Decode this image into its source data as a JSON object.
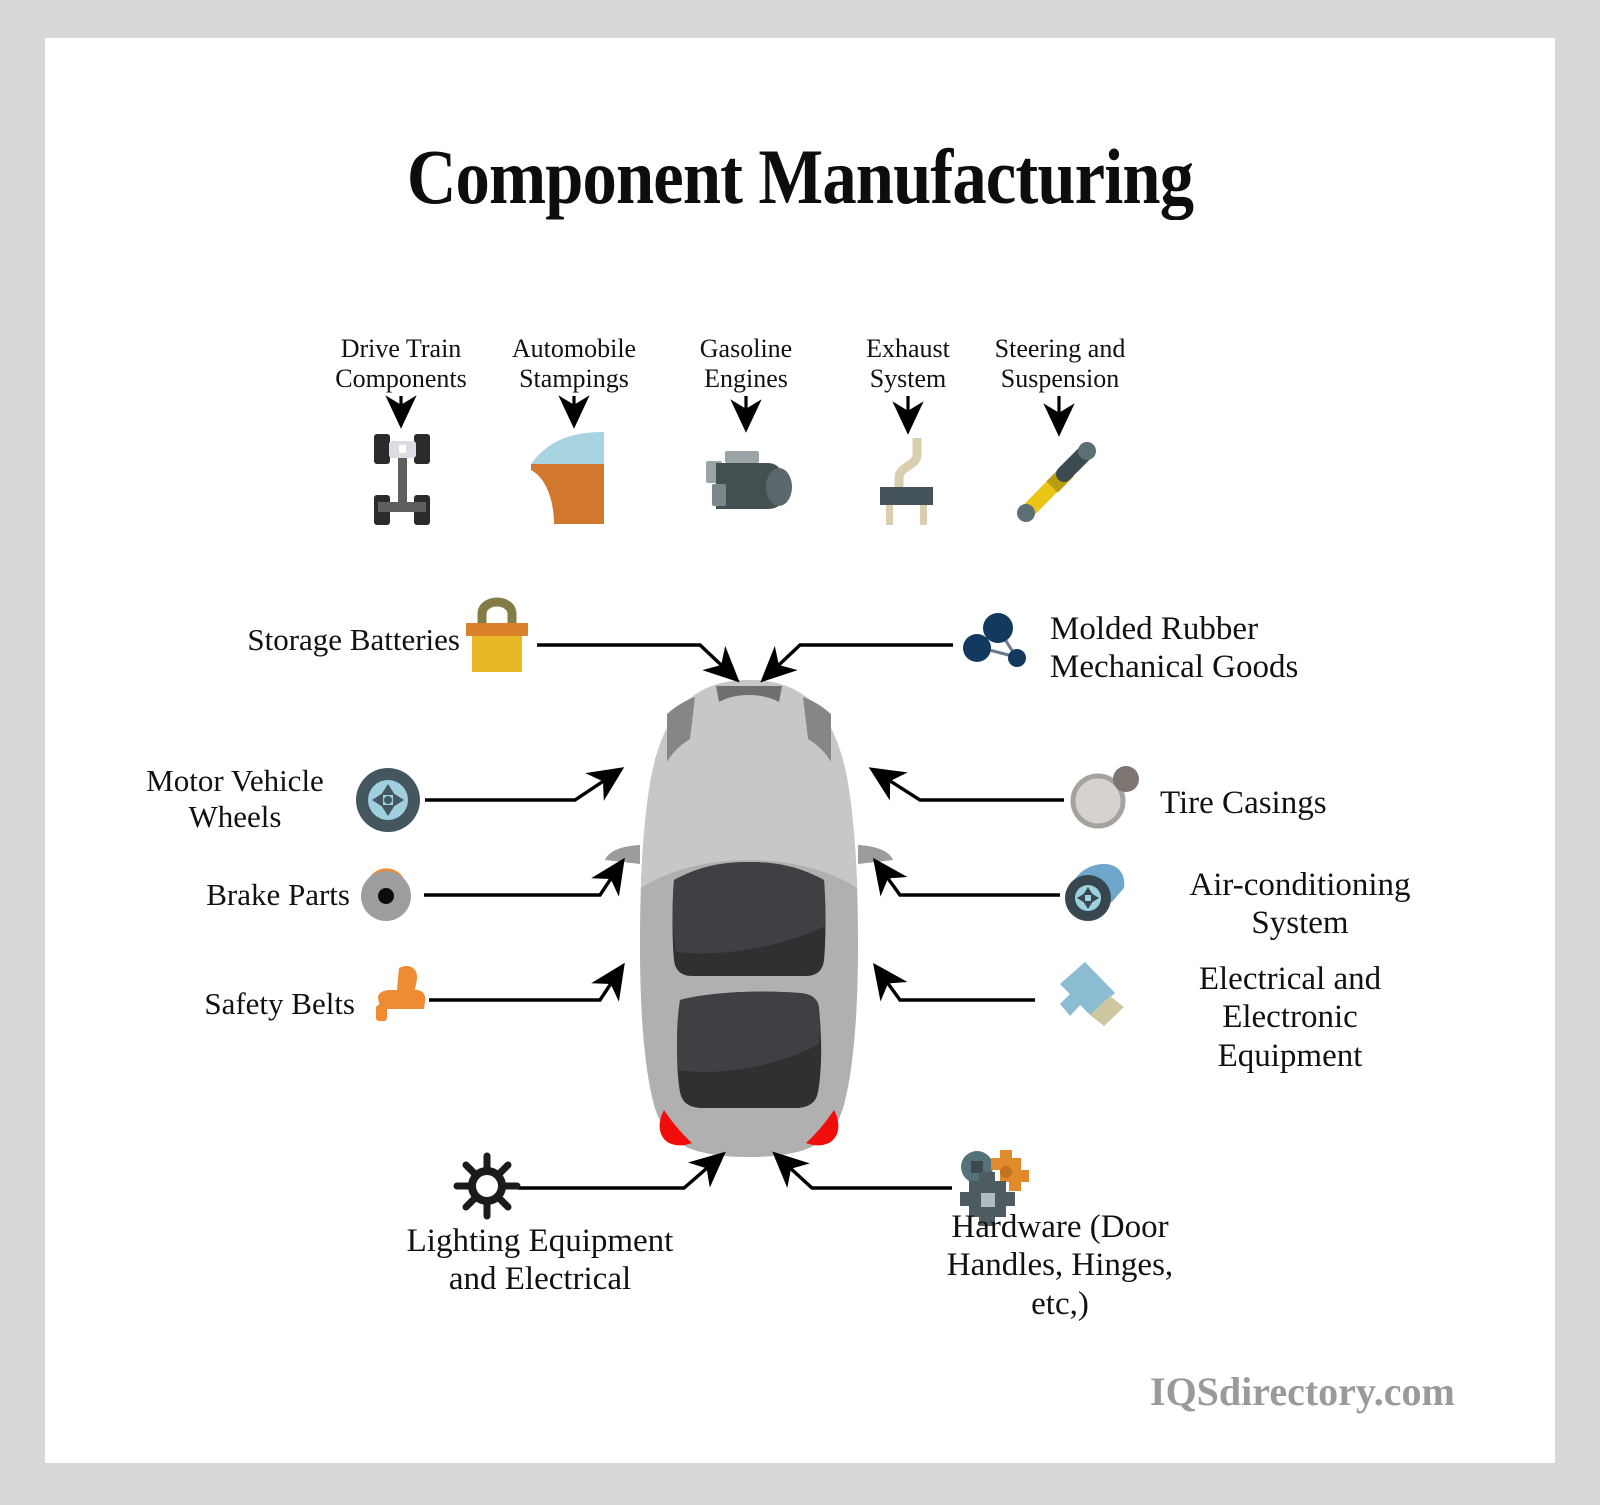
{
  "page": {
    "title": "Component Manufacturing",
    "watermark": "IQSdirectory.com",
    "background": "#d8d8d8",
    "canvas_background": "#ffffff",
    "text_color": "#111111",
    "watermark_color": "#9a9a9a"
  },
  "top_row": [
    {
      "label": "Drive Train\nComponents",
      "icon": "chassis-axle-icon"
    },
    {
      "label": "Automobile\nStampings",
      "icon": "car-door-panel-icon"
    },
    {
      "label": "Gasoline\nEngines",
      "icon": "engine-block-icon"
    },
    {
      "label": "Exhaust\nSystem",
      "icon": "exhaust-pipe-icon"
    },
    {
      "label": "Steering and\nSuspension",
      "icon": "shock-absorber-icon"
    }
  ],
  "left_callouts": [
    {
      "label": "Storage Batteries",
      "icon": "battery-box-icon"
    },
    {
      "label": "Motor Vehicle\nWheels",
      "icon": "wheel-tire-icon"
    },
    {
      "label": "Brake Parts",
      "icon": "brake-disc-icon"
    },
    {
      "label": "Safety Belts",
      "icon": "car-seat-icon"
    }
  ],
  "right_callouts": [
    {
      "label": "Molded Rubber\nMechanical Goods",
      "icon": "rubber-nodes-icon"
    },
    {
      "label": "Tire Casings",
      "icon": "tire-casing-icon"
    },
    {
      "label": "Air-conditioning\nSystem",
      "icon": "ac-blower-icon"
    },
    {
      "label": "Electrical and\nElectronic\nEquipment",
      "icon": "electrical-connector-icon"
    }
  ],
  "bottom_callouts": [
    {
      "label": "Lighting Equipment\nand Electrical",
      "icon": "light-burst-icon"
    },
    {
      "label": "Hardware (Door\nHandles, Hinges,\netc,)",
      "icon": "gears-hardware-icon"
    }
  ],
  "central_graphic": {
    "name": "car-top-view",
    "body_color": "#b0b0b0",
    "hood_color": "#c9c7c6",
    "glass_color": "#2f3032",
    "taillight_color": "#f20d0d"
  },
  "colors": {
    "arrow": "#000000",
    "battery_body": "#e8b826",
    "battery_top": "#d9822b",
    "battery_handle": "#857b47",
    "stamping_glass": "#a8d3e0",
    "stamping_body": "#d2782e",
    "engine": "#4a585c",
    "exhaust_pipe": "#d9cfae",
    "exhaust_muffler": "#45545b",
    "shock_yellow": "#ebc516",
    "shock_dark": "#3c4b4f",
    "rubber_node": "#123а5e",
    "tire_casing": "#cac7c4",
    "ac_blue": "#6ea6cc",
    "connector_blue": "#8cbcd2",
    "gear_orange": "#e08a2c",
    "gear_slate": "#4e5b61",
    "seat_orange": "#ef8b33",
    "wheel_blue": "#9fd0e0"
  }
}
